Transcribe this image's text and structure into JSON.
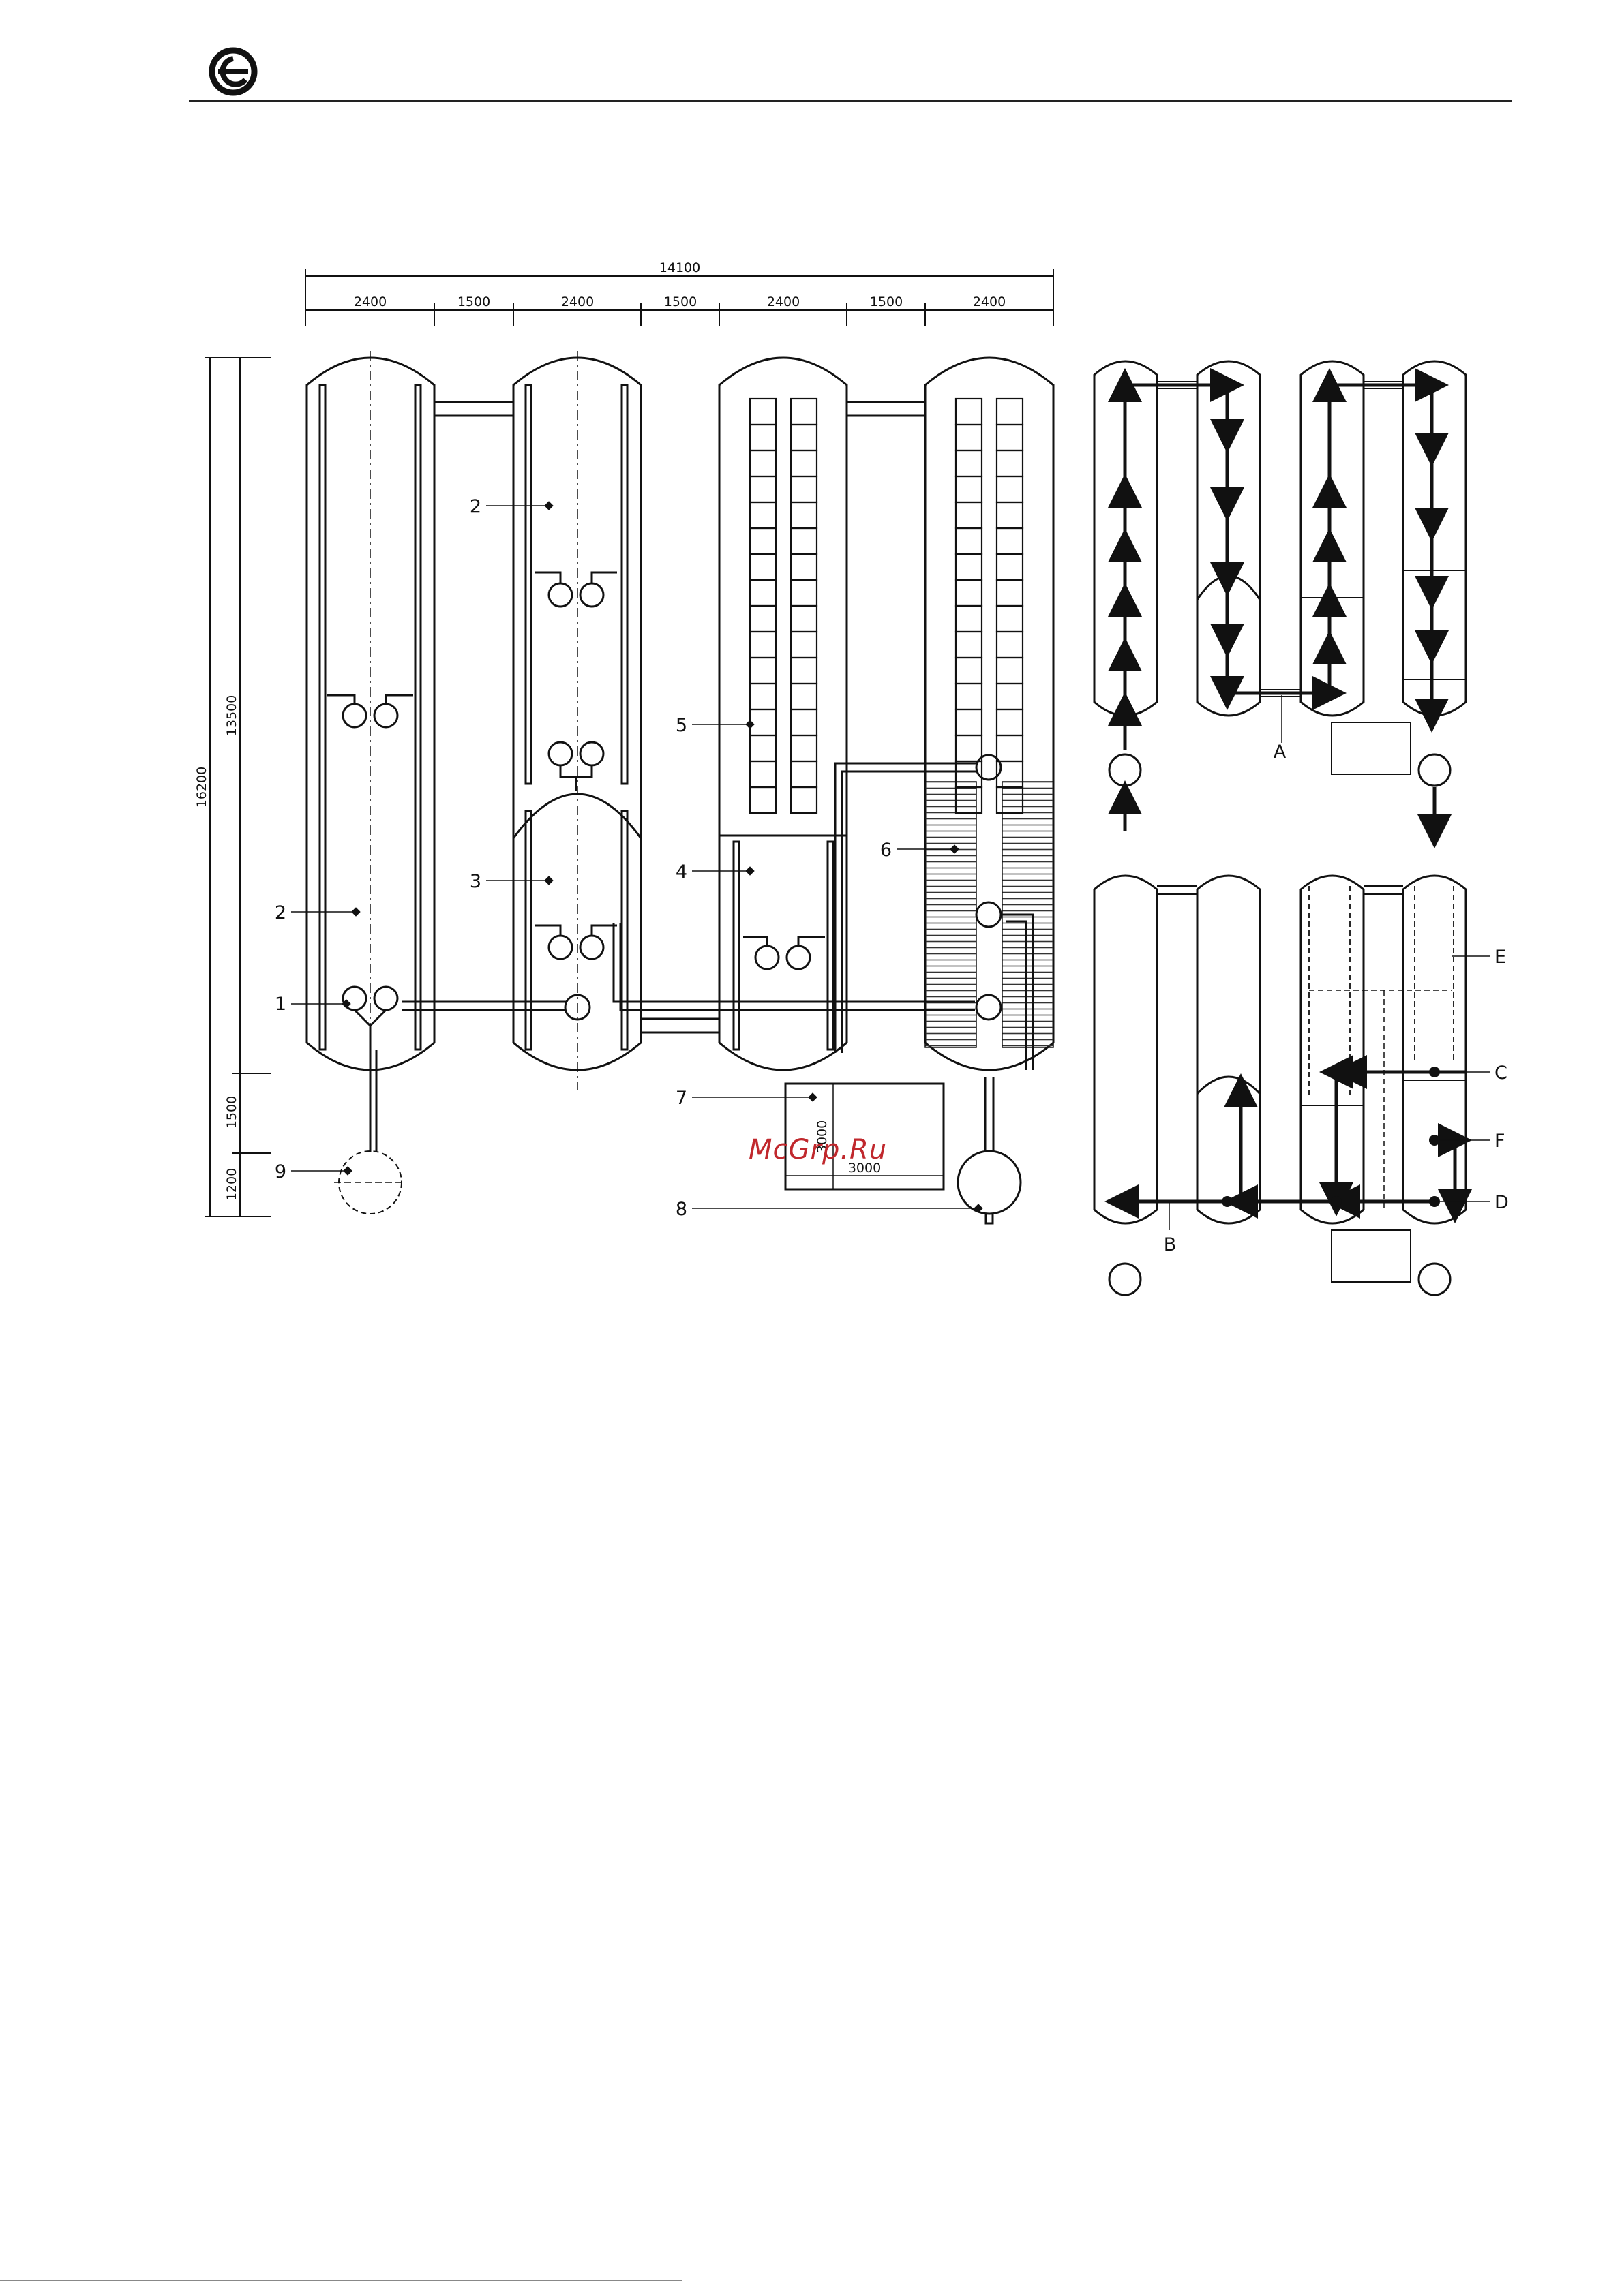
{
  "header": {
    "logo_icon": "company-logo-icon"
  },
  "plan": {
    "dimensions": {
      "total_width": "14100",
      "segments": [
        "2400",
        "1500",
        "2400",
        "1500",
        "2400",
        "1500",
        "2400"
      ],
      "total_height": "16200",
      "height_basin": "13500",
      "height_mid": "1500",
      "height_bottom": "1200",
      "tank7_height": "3000",
      "tank7_width": "3000"
    },
    "callouts": {
      "c1": "1",
      "c2a": "2",
      "c2b": "2",
      "c3": "3",
      "c4": "4",
      "c5": "5",
      "c6": "6",
      "c7": "7",
      "c8": "8",
      "c9": "9"
    },
    "watermark": "McGrp.Ru"
  },
  "flow_top": {
    "label_a": "A"
  },
  "flow_bottom": {
    "label_b": "B",
    "label_c": "C",
    "label_d": "D",
    "label_e": "E",
    "label_f": "F"
  },
  "colors": {
    "line": "#111111",
    "watermark": "#c0282d"
  }
}
